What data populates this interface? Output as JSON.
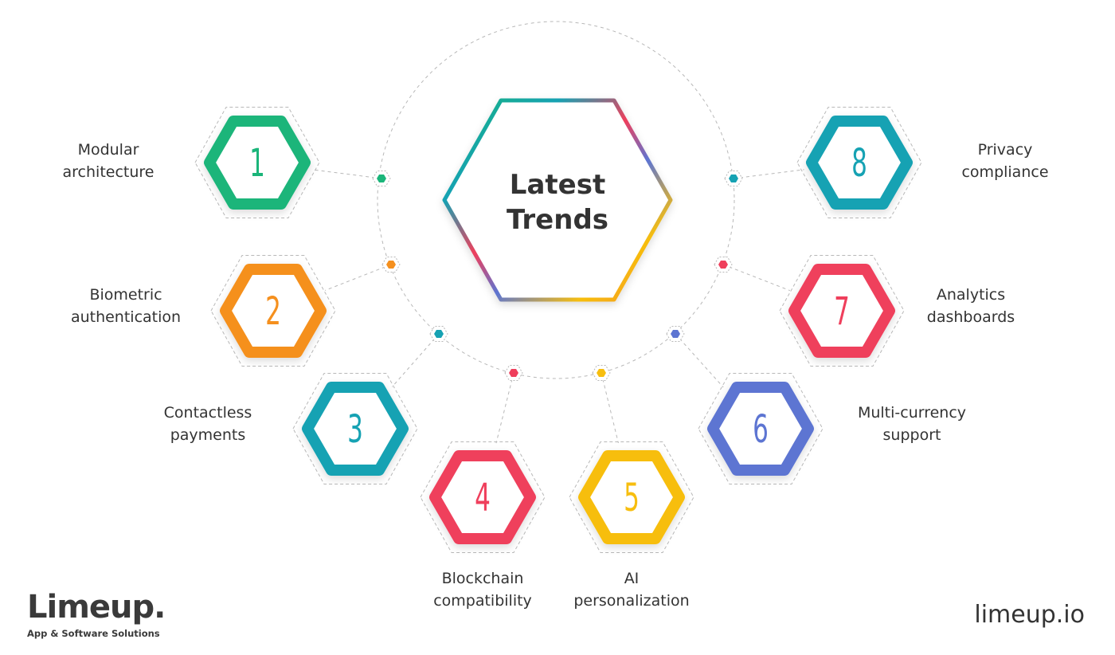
{
  "center": {
    "line1": "Latest",
    "line2": "Trends"
  },
  "colors": {
    "green": "#1bb57a",
    "orange": "#f5901e",
    "teal": "#16a2b3",
    "red": "#ef3f5c",
    "yellow": "#f7be0f",
    "blue": "#5d75d2",
    "dash": "#b8b8b8"
  },
  "trends": [
    {
      "number": "1",
      "color": "green",
      "label": [
        "Modular",
        "architecture"
      ]
    },
    {
      "number": "2",
      "color": "orange",
      "label": [
        "Biometric",
        "authentication"
      ]
    },
    {
      "number": "3",
      "color": "teal",
      "label": [
        "Contactless",
        "payments"
      ]
    },
    {
      "number": "4",
      "color": "red",
      "label": [
        "Blockchain",
        "compatibility"
      ]
    },
    {
      "number": "5",
      "color": "yellow",
      "label": [
        "AI",
        "personalization"
      ]
    },
    {
      "number": "6",
      "color": "blue",
      "label": [
        "Multi-currency",
        "support"
      ]
    },
    {
      "number": "7",
      "color": "red",
      "label": [
        "Analytics",
        "dashboards"
      ]
    },
    {
      "number": "8",
      "color": "teal",
      "label": [
        "Privacy",
        "compliance"
      ]
    }
  ],
  "brand": {
    "name": "Limeup.",
    "tagline": "App & Software Solutions"
  },
  "site": "limeup.io"
}
